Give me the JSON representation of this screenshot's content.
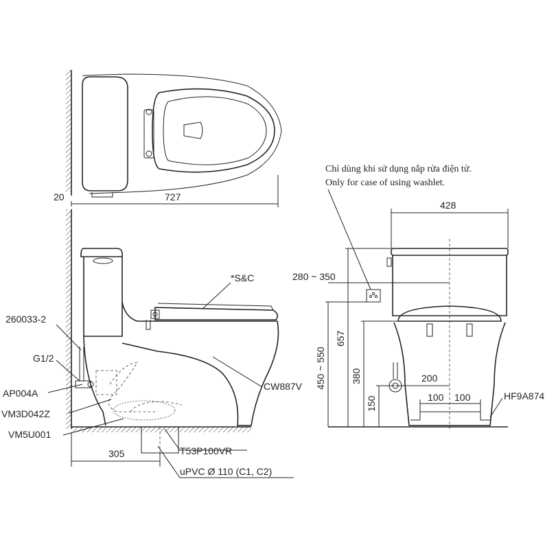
{
  "top_view": {
    "dim_wall_offset": "20",
    "dim_length": "727"
  },
  "side_view": {
    "label_seat": "*S&C",
    "label_bowl": "CW887V",
    "label_hose": "260033-2",
    "label_thread": "G1/2",
    "label_valve": "AP004A",
    "label_flange": "VM3D042Z",
    "label_adapter": "VM5U001",
    "label_trap": "T53P100VR",
    "label_pipe": "uPVC Ø 110 (C1, C2)",
    "dim_rough_in": "305"
  },
  "front_view": {
    "note_vi": "Chỉ dùng khi sử dụng nắp rửa điện tử.",
    "note_en": "Only for case of using washlet.",
    "dim_width": "428",
    "dim_outlet_range": "280 ~ 350",
    "dim_outlet_height": "450 ~ 550",
    "dim_height": "657",
    "dim_seat_height": "380",
    "dim_supply_height": "150",
    "dim_supply_offset": "200",
    "dim_bolt_left": "100",
    "dim_bolt_right": "100",
    "label_bolts": "HF9A874"
  },
  "icons": {
    "outlet": "power-outlet-icon",
    "valve": "shutoff-valve-icon"
  },
  "colors": {
    "line": "#222222",
    "background": "#ffffff"
  }
}
